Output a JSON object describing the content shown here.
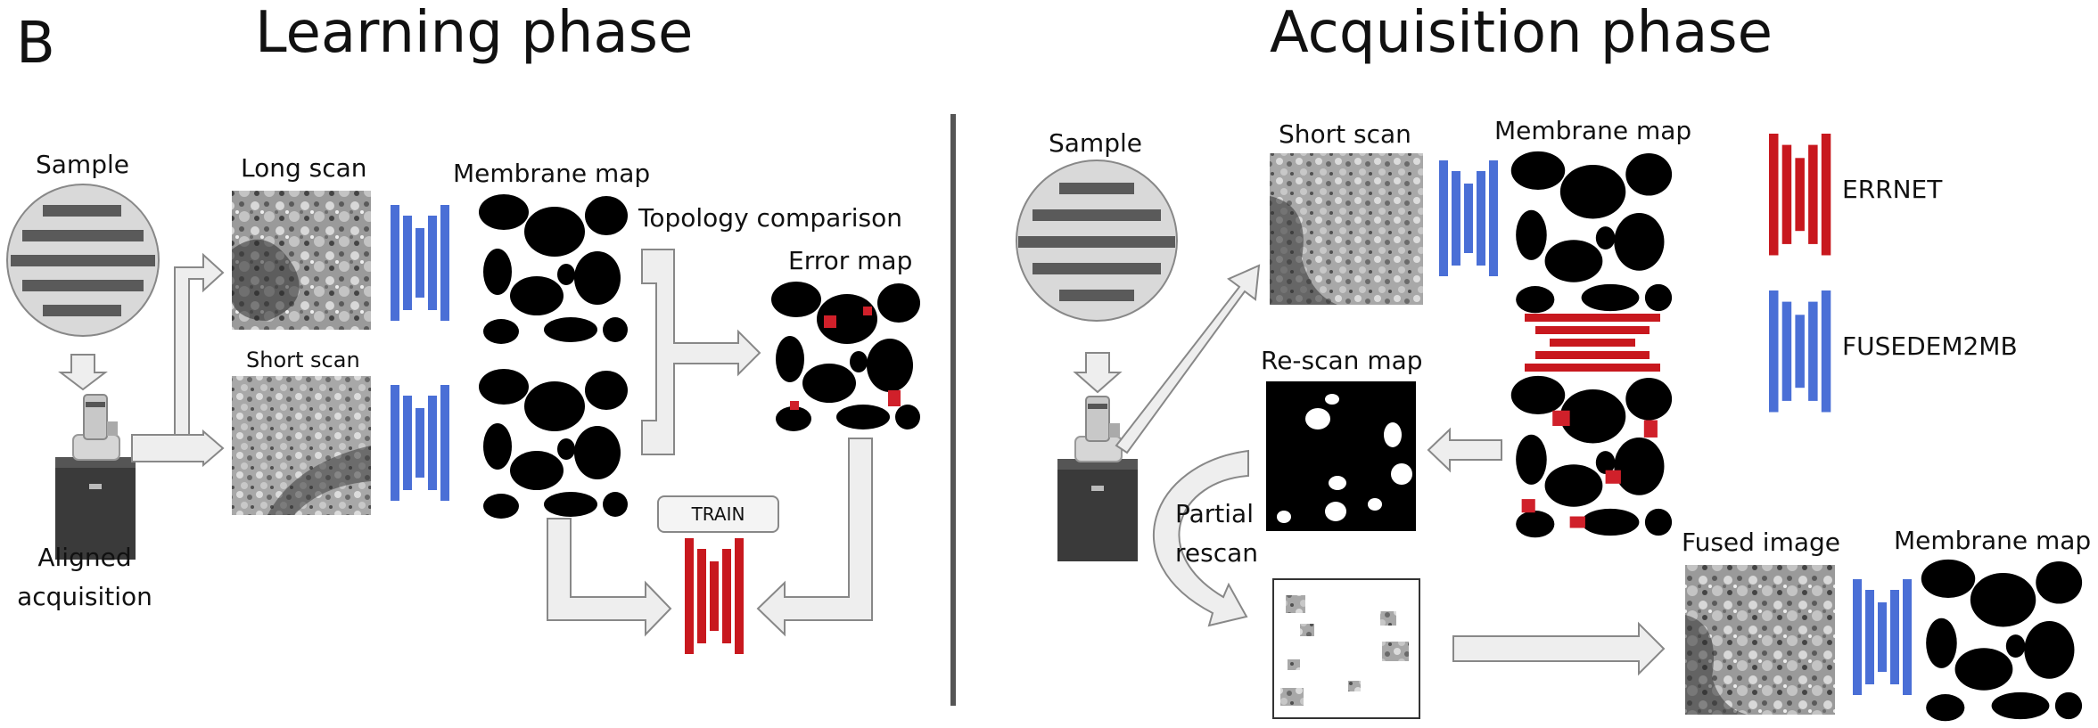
{
  "panel_letter": "B",
  "learning": {
    "title": "Learning phase",
    "sample": "Sample",
    "aligned": "Aligned",
    "acquisition": "acquisition",
    "long_scan": "Long scan",
    "short_scan": "Short scan",
    "membrane_map": "Membrane map",
    "topology_comparison": "Topology comparison",
    "error_map": "Error map",
    "train": "TRAIN"
  },
  "acquisition": {
    "title": "Acquisition phase",
    "sample": "Sample",
    "short_scan": "Short scan",
    "membrane_map": "Membrane map",
    "rescan_map": "Re-scan map",
    "partial": "Partial",
    "rescan": "rescan",
    "fused_image": "Fused image",
    "membrane_map_2": "Membrane map"
  },
  "legend": {
    "errnet": "ERRNET",
    "fusedem2mb": "FUSEDEM2MB",
    "errnet_color": "#c8181e",
    "fusedem2mb_color": "#4a6fd6"
  }
}
